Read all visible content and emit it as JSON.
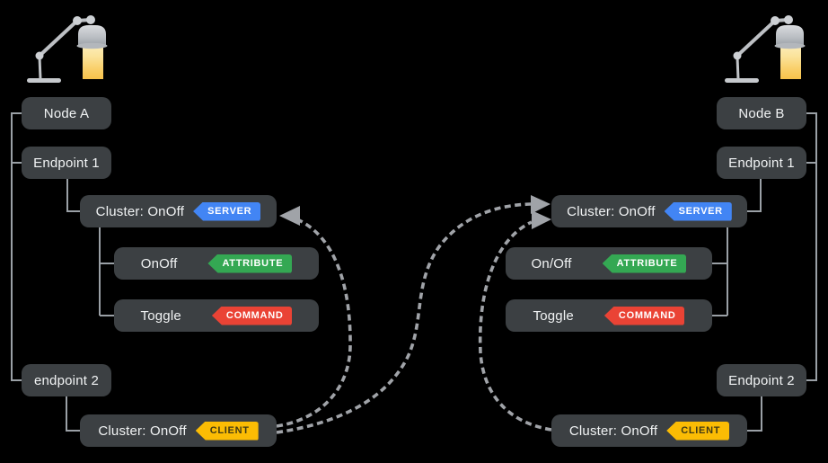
{
  "diagram": {
    "background": "#000000",
    "box_color": "#3c4043",
    "text_color": "#f1f3f4",
    "connector_color": "#9aa0a6",
    "badge_colors": {
      "server": "#4285f4",
      "attribute": "#34a853",
      "command": "#ea4335",
      "client": "#fbbc04"
    },
    "left": {
      "icon": "desk-lamp",
      "node_label": "Node A",
      "endpoint1_label": "Endpoint 1",
      "server_cluster_label": "Cluster: OnOff",
      "server_badge": "SERVER",
      "attribute_label": "OnOff",
      "attribute_badge": "ATTRIBUTE",
      "command_label": "Toggle",
      "command_badge": "COMMAND",
      "endpoint2_label": "endpoint 2",
      "client_cluster_label": "Cluster: OnOff",
      "client_badge": "CLIENT"
    },
    "right": {
      "icon": "desk-lamp",
      "node_label": "Node B",
      "endpoint1_label": "Endpoint 1",
      "server_cluster_label": "Cluster: OnOff",
      "server_badge": "SERVER",
      "attribute_label": "On/Off",
      "attribute_badge": "ATTRIBUTE",
      "command_label": "Toggle",
      "command_badge": "COMMAND",
      "endpoint2_label": "Endpoint 2",
      "client_cluster_label": "Cluster: OnOff",
      "client_badge": "CLIENT"
    },
    "connections": [
      {
        "from": "node-a-client-cluster",
        "to": "node-a-server-cluster",
        "style": "dashed-arrow"
      },
      {
        "from": "node-a-client-cluster",
        "to": "node-b-server-cluster",
        "style": "dashed-arrow"
      },
      {
        "from": "node-b-client-cluster",
        "to": "node-b-server-cluster",
        "style": "dashed-arrow"
      }
    ]
  }
}
